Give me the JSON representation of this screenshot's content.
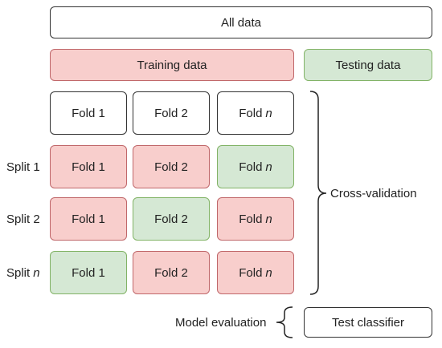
{
  "all_data": "All data",
  "training_data": "Training data",
  "testing_data": "Testing data",
  "fold1": "Fold 1",
  "fold2": "Fold 2",
  "fold_prefix": "Fold",
  "n": "n",
  "split1": "Split 1",
  "split2": "Split 2",
  "split_prefix": "Split",
  "cross_validation": "Cross-validation",
  "model_evaluation": "Model evaluation",
  "test_classifier": "Test classifier",
  "colors": {
    "training": "#f8cecc",
    "testing": "#d5e8d4"
  }
}
